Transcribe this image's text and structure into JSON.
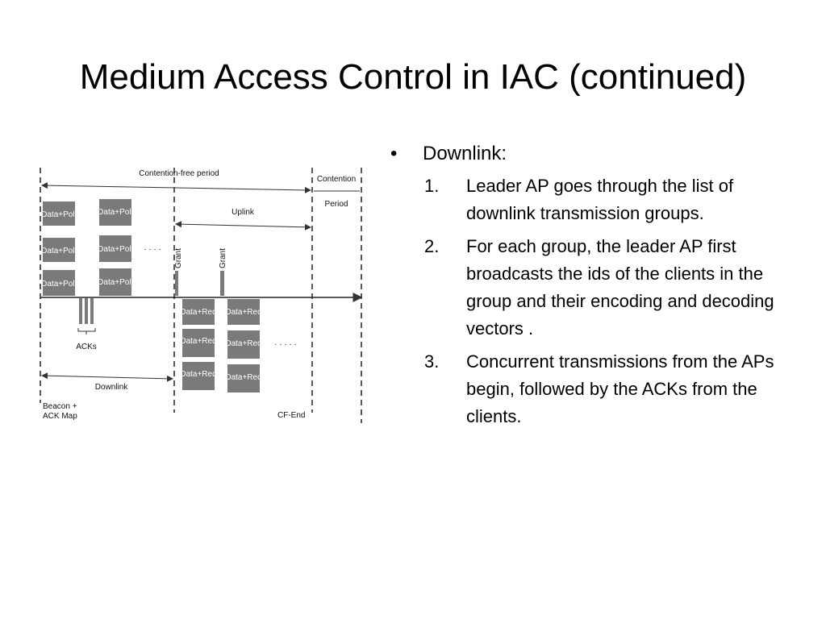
{
  "slide": {
    "title": "Medium Access Control in IAC (continued)"
  },
  "diagram": {
    "contention_free_label": "Contention-free period",
    "contention_label_1": "Contention",
    "contention_label_2": "Period",
    "uplink_label": "Uplink",
    "downlink_label": "Downlink",
    "acks_label": "ACKs",
    "beacon_label_1": "Beacon +",
    "beacon_label_2": "ACK Map",
    "cf_end_label": "CF-End",
    "grant_label": "Grant",
    "data_poll_label": "Data+Poll",
    "data_req_label": "Data+Req",
    "ellipsis": "· · · ·",
    "ellipsis_2": "· · · · ·"
  },
  "content": {
    "bullet_symbol": "•",
    "bullet": "Downlink:",
    "items": [
      {
        "num": "1.",
        "text": "Leader AP goes through the list of downlink transmission groups."
      },
      {
        "num": "2.",
        "text": "For each group, the leader AP first broadcasts the ids of the clients in the group and their encoding and decoding vectors ."
      },
      {
        "num": "3.",
        "text": "Concurrent transmissions from the APs begin, followed by the ACKs from the clients."
      }
    ]
  }
}
